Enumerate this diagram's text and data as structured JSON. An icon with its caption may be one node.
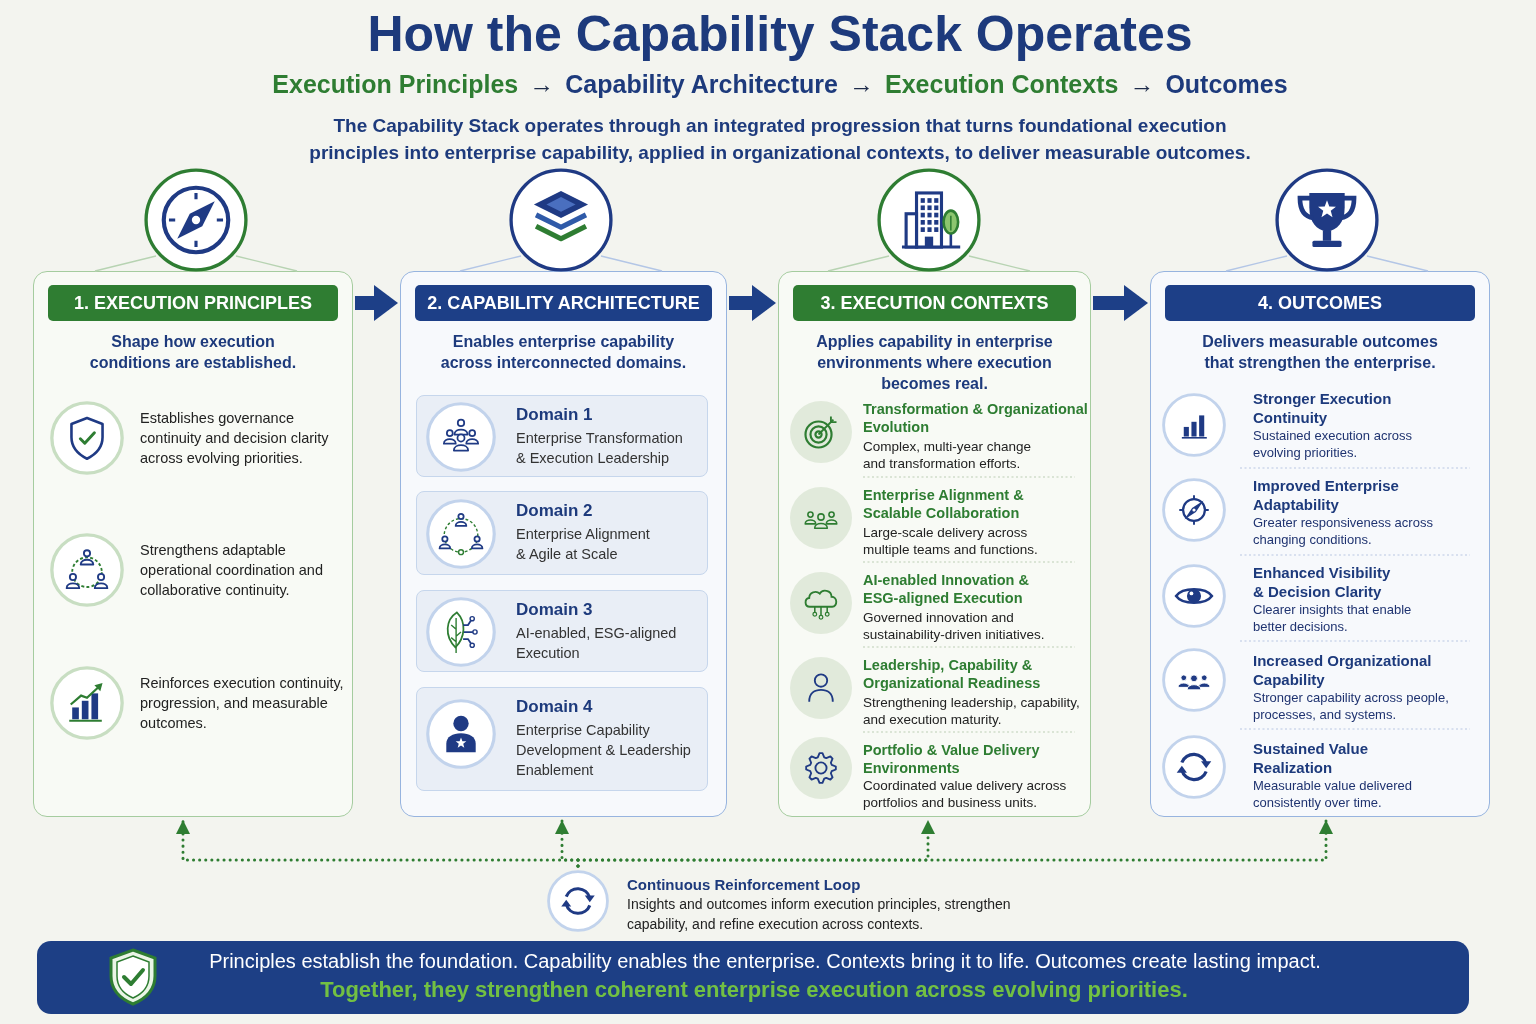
{
  "diagram": {
    "title": "How the Capability Stack Operates",
    "nodes": [
      {
        "text": [
          "1. EXECUTION PRINCIPLES",
          "Shape how execution conditions are established."
        ]
      },
      {
        "text": [
          "2. CAPABILITY ARCHITECTURE",
          "Enables enterprise capability across interconnected domains."
        ]
      },
      {
        "text": [
          "Domain 1",
          "Enterprise Transformation & Execution Leadership"
        ],
        "in": 1
      },
      {
        "text": [
          "Domain 2",
          "Enterprise Alignment & Agile at Scale"
        ],
        "in": 1
      },
      {
        "text": [
          "Domain 3",
          "AI-enabled, ESG-aligned Execution"
        ],
        "in": 1
      },
      {
        "text": [
          "Domain 4",
          "Enterprise Capability Development & Leadership Enablement"
        ],
        "in": 1
      },
      {
        "text": [
          "3. EXECUTION CONTEXTS",
          "Applies capability in enterprise environments where execution becomes real."
        ]
      },
      {
        "text": [
          "4. OUTCOMES",
          "Delivers measurable outcomes that strengthen the enterprise."
        ]
      },
      {
        "text": [
          "Continuous Reinforcement Loop",
          "Insights and outcomes inform execution principles, strengthen capability, and refine execution across contexts."
        ]
      },
      {
        "text": [
          "Principles establish the foundation. Capability enables the enterprise. Contexts bring it to life. Outcomes create lasting impact.",
          "Together, they strengthen coherent enterprise execution across evolving priorities."
        ]
      }
    ],
    "edges": [
      {
        "from": 0,
        "to": 1,
        "arrow": "to",
        "style": "thick",
        "color": "#1d3f87"
      },
      {
        "from": 1,
        "to": 6,
        "arrow": "to",
        "style": "thick",
        "color": "#1d3f87"
      },
      {
        "from": 6,
        "to": 7,
        "arrow": "to",
        "style": "thick",
        "color": "#1d3f87"
      },
      {
        "from": 8,
        "to": 0,
        "arrow": "to",
        "style": "dashed"
      },
      {
        "from": 8,
        "to": 1,
        "arrow": "to",
        "style": "dashed"
      },
      {
        "from": 8,
        "to": 6,
        "arrow": "to",
        "style": "dashed"
      },
      {
        "from": 8,
        "to": 7,
        "arrow": "to",
        "style": "dashed"
      }
    ],
    "labels": [
      "Execution Principles",
      "→",
      "Capability Architecture",
      "→",
      "Execution Contexts",
      "→",
      "Outcomes",
      "The Capability Stack operates through an integrated progression that turns foundational execution principles into enterprise capability, applied in organizational contexts, to deliver measurable outcomes.",
      "Establishes governance continuity and decision clarity across evolving priorities.",
      "Strengthens adaptable operational coordination and collaborative continuity.",
      "Reinforces execution continuity, progression, and measurable outcomes.",
      "Transformation & Organizational Evolution",
      "Complex, multi-year change and transformation efforts.",
      "Enterprise Alignment & Scalable Collaboration",
      "Large-scale delivery across multiple teams and functions.",
      "AI-enabled Innovation & ESG-aligned Execution",
      "Governed innovation and sustainability-driven initiatives.",
      "Leadership, Capability & Organizational Readiness",
      "Strengthening leadership, capability, and execution maturity.",
      "Portfolio & Value Delivery Environments",
      "Coordinated value delivery across portfolios and business units.",
      "Stronger Execution Continuity",
      "Sustained execution across evolving priorities.",
      "Improved Enterprise Adaptability",
      "Greater responsiveness across changing conditions.",
      "Enhanced Visibility & Decision Clarity",
      "Clearer insights that enable better decisions.",
      "Increased Organizational Capability",
      "Stronger capability across people, processes, and systems.",
      "Sustained Value Realization",
      "Measurable value delivered consistently over time."
    ]
  }
}
